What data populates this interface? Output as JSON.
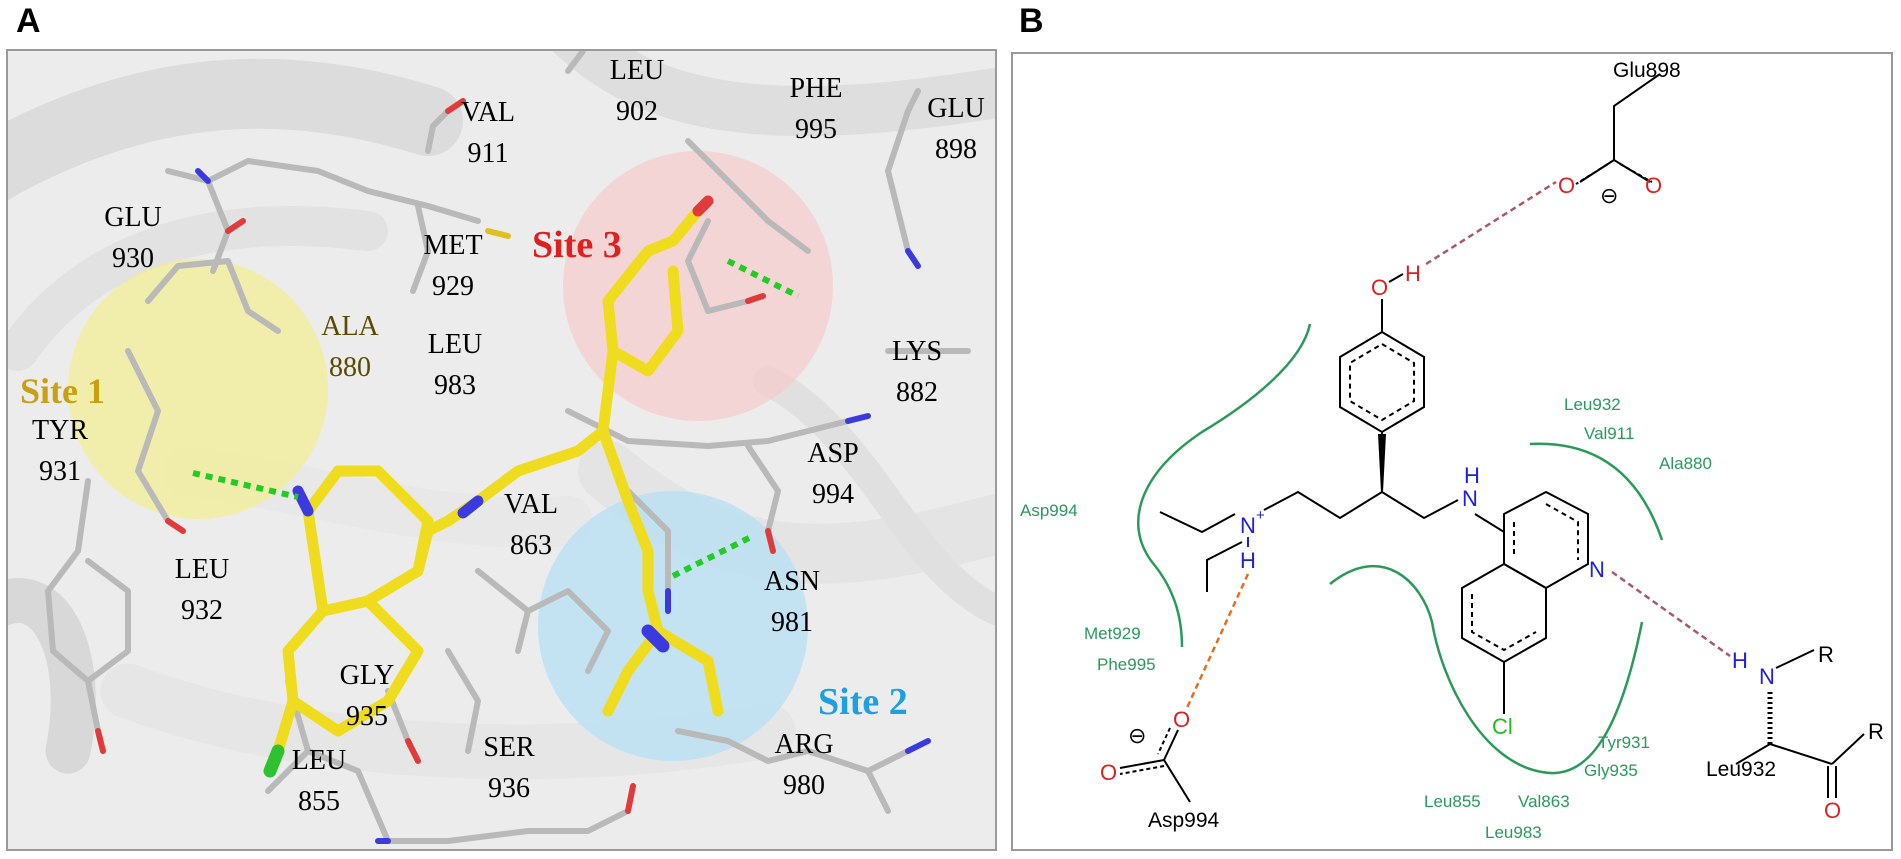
{
  "panel_a": {
    "letter": "A",
    "sites": [
      {
        "label": "Site 1",
        "color": "#c9a012"
      },
      {
        "label": "Site 2",
        "color": "#1ca0e0"
      },
      {
        "label": "Site 3",
        "color": "#e02020"
      }
    ],
    "residues": [
      [
        "LEU",
        "902"
      ],
      [
        "VAL",
        "911"
      ],
      [
        "PHE",
        "995"
      ],
      [
        "GLU",
        "898"
      ],
      [
        "GLU",
        "930"
      ],
      [
        "MET",
        "929"
      ],
      [
        "ALA",
        "880"
      ],
      [
        "LEU",
        "983"
      ],
      [
        "LYS",
        "882"
      ],
      [
        "TYR",
        "931"
      ],
      [
        "ASP",
        "994"
      ],
      [
        "VAL",
        "863"
      ],
      [
        "LEU",
        "932"
      ],
      [
        "ASN",
        "981"
      ],
      [
        "GLY",
        "935"
      ],
      [
        "LEU",
        "855"
      ],
      [
        "SER",
        "936"
      ],
      [
        "ARG",
        "980"
      ]
    ]
  },
  "panel_b": {
    "letter": "B",
    "residue_labels": {
      "glu898": "Glu898",
      "asp994_top": "Asp994",
      "met929": "Met929",
      "phe995": "Phe995",
      "asp994_bottom": "Asp994",
      "leu932_contact": "Leu932",
      "val911": "Val911",
      "ala880": "Ala880",
      "tyr931": "Tyr931",
      "gly935": "Gly935",
      "leu855": "Leu855",
      "val863": "Val863",
      "leu983": "Leu983",
      "leu932_residue": "Leu932"
    },
    "atoms": {
      "o": "O",
      "h": "H",
      "n": "N",
      "cl": "Cl",
      "r": "R",
      "minus": "⊖",
      "plus": "+"
    }
  }
}
